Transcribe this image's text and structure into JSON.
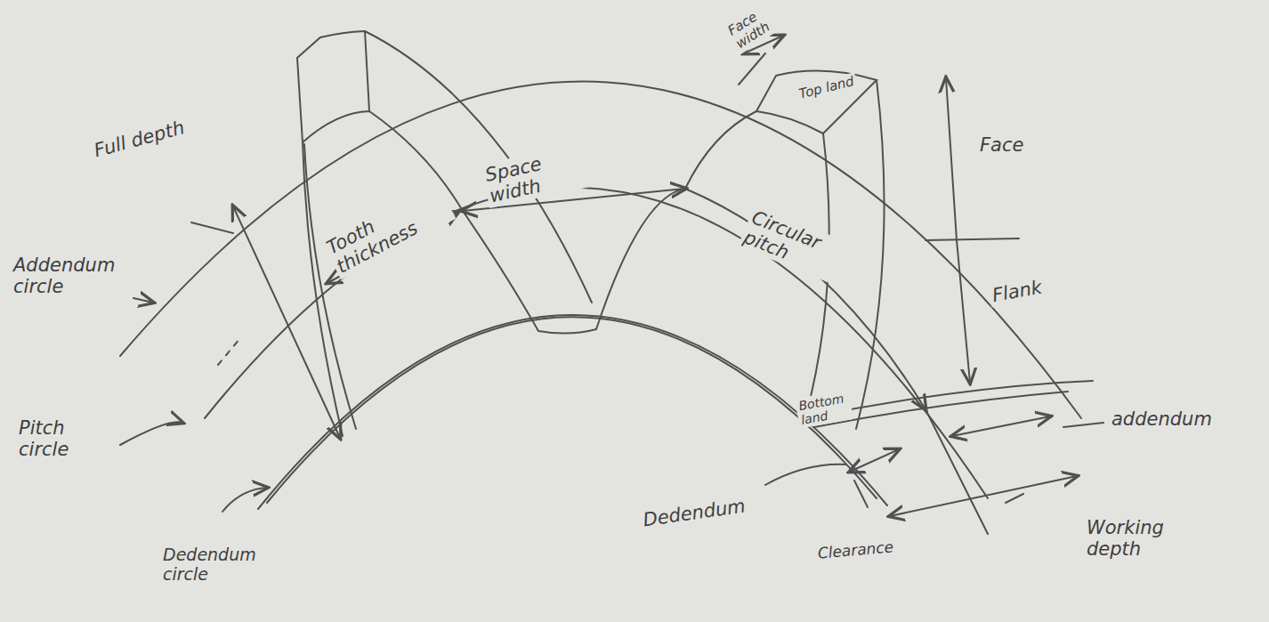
{
  "diagram": {
    "labels": [
      "Full depth",
      "Addendum circle",
      "Pitch circle",
      "Dedendum circle",
      "Tooth thickness",
      "Space width",
      "Circular pitch",
      "Face width",
      "Top land",
      "Face",
      "Flank",
      "Bottom land",
      "addendum",
      "Dedendum",
      "Clearance",
      "Working depth"
    ]
  }
}
